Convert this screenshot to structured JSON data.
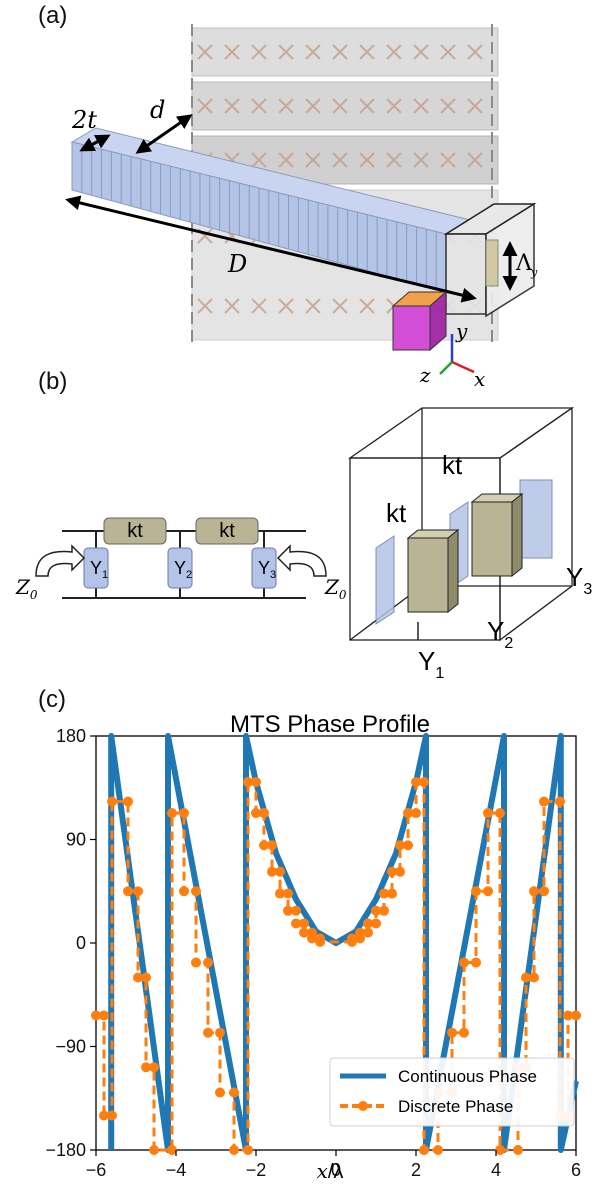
{
  "panel_a": {
    "label": "(a)",
    "dim_2t": "2t",
    "dim_d": "d",
    "dim_D": "D",
    "dim_lambda_y": "Λ",
    "dim_lambda_sub": "y",
    "axis_y": "y",
    "axis_z": "z",
    "axis_x": "x"
  },
  "panel_b": {
    "label": "(b)",
    "kt_left": "kt",
    "kt_right": "kt",
    "y1": "Y",
    "y1_sub": "1",
    "y2": "Y",
    "y2_sub": "2",
    "y3": "Y",
    "y3_sub": "3",
    "z0_left": "Z",
    "z0_left_sub": "0",
    "z0_right": "Z",
    "z0_right_sub": "0",
    "box_kt_front": "kt",
    "box_kt_back": "kt",
    "box_y1": "Y",
    "box_y1_sub": "1",
    "box_y2": "Y",
    "box_y2_sub": "2",
    "box_y3": "Y",
    "box_y3_sub": "3"
  },
  "panel_c": {
    "label": "(c)"
  },
  "colors": {
    "continuous": "#1f77b4",
    "discrete": "#ff7f0e",
    "cell_blue": "#b4c4e6",
    "kt_box": "#b8b494",
    "cube_magenta": "#d44fd8",
    "cube_top": "#f3a04a"
  },
  "chart_data": {
    "type": "line",
    "title": "MTS Phase Profile",
    "xlabel_main": "x",
    "xlabel_div": "/λ",
    "ylabel": "",
    "xlim": [
      -6,
      6
    ],
    "ylim": [
      -180,
      180
    ],
    "x_ticks": [
      -6,
      -4,
      -2,
      0,
      2,
      4,
      6
    ],
    "x_tick_labels": [
      "−6",
      "−4",
      "−2",
      "0",
      "2",
      "4",
      "6"
    ],
    "y_ticks": [
      -180,
      -90,
      0,
      90,
      180
    ],
    "y_tick_labels": [
      "−180",
      "−90",
      "0",
      "90",
      "180"
    ],
    "grid": false,
    "legend_position": "bottom-right",
    "series": [
      {
        "name": "Continuous Phase",
        "style": "solid",
        "description_points": [
          [
            -5.62,
            -180
          ],
          [
            -5.62,
            180
          ],
          [
            -4.2,
            -180
          ],
          [
            -4.2,
            180
          ],
          [
            -2.25,
            -180
          ],
          [
            -2.25,
            180
          ],
          [
            -2.0,
            140
          ],
          [
            -1.5,
            78
          ],
          [
            -1.0,
            38
          ],
          [
            -0.5,
            10
          ],
          [
            0,
            0
          ],
          [
            0.5,
            10
          ],
          [
            1.0,
            38
          ],
          [
            1.5,
            78
          ],
          [
            2.0,
            140
          ],
          [
            2.25,
            180
          ],
          [
            2.25,
            -180
          ],
          [
            4.2,
            180
          ],
          [
            4.2,
            -180
          ],
          [
            5.62,
            180
          ],
          [
            5.62,
            -180
          ],
          [
            6,
            -120
          ]
        ]
      },
      {
        "name": "Discrete Phase",
        "style": "dashed",
        "points": [
          [
            -6.0,
            -63
          ],
          [
            -5.8,
            -63
          ],
          [
            -5.8,
            -150
          ],
          [
            -5.6,
            -150
          ],
          [
            -5.6,
            123
          ],
          [
            -5.2,
            123
          ],
          [
            -5.2,
            45
          ],
          [
            -4.95,
            45
          ],
          [
            -4.95,
            -30
          ],
          [
            -4.75,
            -30
          ],
          [
            -4.75,
            -108
          ],
          [
            -4.55,
            -108
          ],
          [
            -4.55,
            -180
          ],
          [
            -4.1,
            -180
          ],
          [
            -4.1,
            113
          ],
          [
            -3.8,
            113
          ],
          [
            -3.8,
            45
          ],
          [
            -3.5,
            45
          ],
          [
            -3.5,
            -17
          ],
          [
            -3.2,
            -17
          ],
          [
            -3.2,
            -78
          ],
          [
            -2.9,
            -78
          ],
          [
            -2.9,
            -130
          ],
          [
            -2.55,
            -130
          ],
          [
            -2.55,
            -180
          ],
          [
            -2.2,
            -180
          ],
          [
            -2.2,
            140
          ],
          [
            -2.0,
            140
          ],
          [
            -2.0,
            113
          ],
          [
            -1.8,
            113
          ],
          [
            -1.8,
            85
          ],
          [
            -1.6,
            85
          ],
          [
            -1.6,
            62
          ],
          [
            -1.4,
            62
          ],
          [
            -1.4,
            43
          ],
          [
            -1.2,
            43
          ],
          [
            -1.2,
            28
          ],
          [
            -1.0,
            28
          ],
          [
            -1.0,
            17
          ],
          [
            -0.8,
            17
          ],
          [
            -0.8,
            9
          ],
          [
            -0.6,
            9
          ],
          [
            -0.6,
            4
          ],
          [
            -0.4,
            4
          ],
          [
            -0.4,
            1
          ],
          [
            0.4,
            1
          ],
          [
            0.4,
            4
          ],
          [
            0.6,
            4
          ],
          [
            0.6,
            9
          ],
          [
            0.8,
            9
          ],
          [
            0.8,
            17
          ],
          [
            1.0,
            17
          ],
          [
            1.0,
            28
          ],
          [
            1.2,
            28
          ],
          [
            1.2,
            43
          ],
          [
            1.4,
            43
          ],
          [
            1.4,
            62
          ],
          [
            1.6,
            62
          ],
          [
            1.6,
            85
          ],
          [
            1.8,
            85
          ],
          [
            1.8,
            113
          ],
          [
            2.0,
            113
          ],
          [
            2.0,
            140
          ],
          [
            2.2,
            140
          ],
          [
            2.2,
            -180
          ],
          [
            2.55,
            -180
          ],
          [
            2.55,
            -130
          ],
          [
            2.9,
            -130
          ],
          [
            2.9,
            -78
          ],
          [
            3.2,
            -78
          ],
          [
            3.2,
            -17
          ],
          [
            3.5,
            -17
          ],
          [
            3.5,
            45
          ],
          [
            3.8,
            45
          ],
          [
            3.8,
            113
          ],
          [
            4.1,
            113
          ],
          [
            4.1,
            -180
          ],
          [
            4.55,
            -180
          ],
          [
            4.55,
            -108
          ],
          [
            4.75,
            -108
          ],
          [
            4.75,
            -30
          ],
          [
            4.95,
            -30
          ],
          [
            4.95,
            45
          ],
          [
            5.2,
            45
          ],
          [
            5.2,
            123
          ],
          [
            5.6,
            123
          ],
          [
            5.6,
            -150
          ],
          [
            5.8,
            -150
          ],
          [
            5.8,
            -63
          ],
          [
            6.0,
            -63
          ]
        ]
      }
    ]
  }
}
